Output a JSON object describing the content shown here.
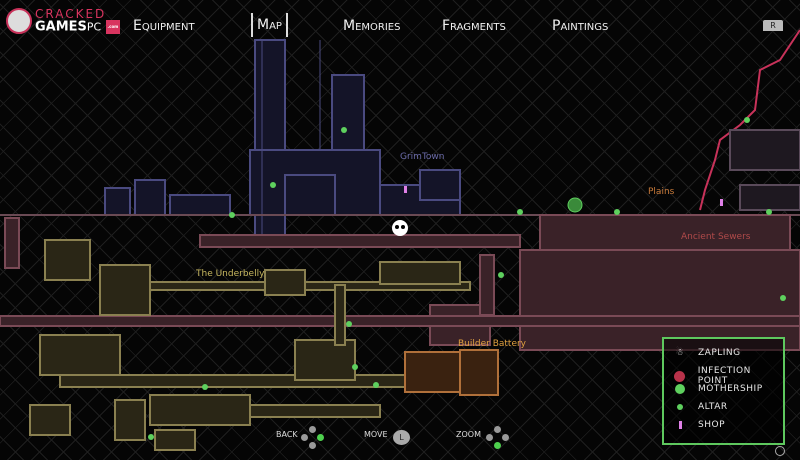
{
  "logo": {
    "line1": "CRACKED",
    "line2": "GAMES",
    "line2b": "PC",
    "badge": ".com"
  },
  "nav": {
    "tabs": [
      {
        "label": "Equipment",
        "active": false
      },
      {
        "label": "Map",
        "active": true
      },
      {
        "label": "Memories",
        "active": false
      },
      {
        "label": "Fragments",
        "active": false
      },
      {
        "label": "Paintings",
        "active": false
      }
    ],
    "right_key": "R"
  },
  "map": {
    "areas": [
      {
        "name": "GrimTown",
        "color": "#6a6aa8"
      },
      {
        "name": "Plains",
        "color": "#c87a3a"
      },
      {
        "name": "The Underbelly",
        "color": "#c8b860"
      },
      {
        "name": "Ancient Sewers",
        "color": "#b04a4a"
      },
      {
        "name": "Builder Battery",
        "color": "#e0a040"
      }
    ]
  },
  "legend": {
    "items": [
      {
        "icon": "zapling-icon",
        "label": "ZAPLING",
        "color": "#ffffff"
      },
      {
        "icon": "infection-point-icon",
        "label": "INFECTION POINT",
        "color": "#b8324a"
      },
      {
        "icon": "mothership-icon",
        "label": "MOTHERSHIP",
        "color": "#5ed05e"
      },
      {
        "icon": "altar-icon",
        "label": "ALTAR",
        "color": "#5ed05e"
      },
      {
        "icon": "shop-icon",
        "label": "SHOP",
        "color": "#e080e8"
      }
    ]
  },
  "controls": {
    "back": "BACK",
    "move": "MOVE",
    "move_key": "L",
    "zoom": "ZOOM"
  },
  "colors": {
    "accent": "#5ec85e",
    "brand": "#d8345f"
  }
}
